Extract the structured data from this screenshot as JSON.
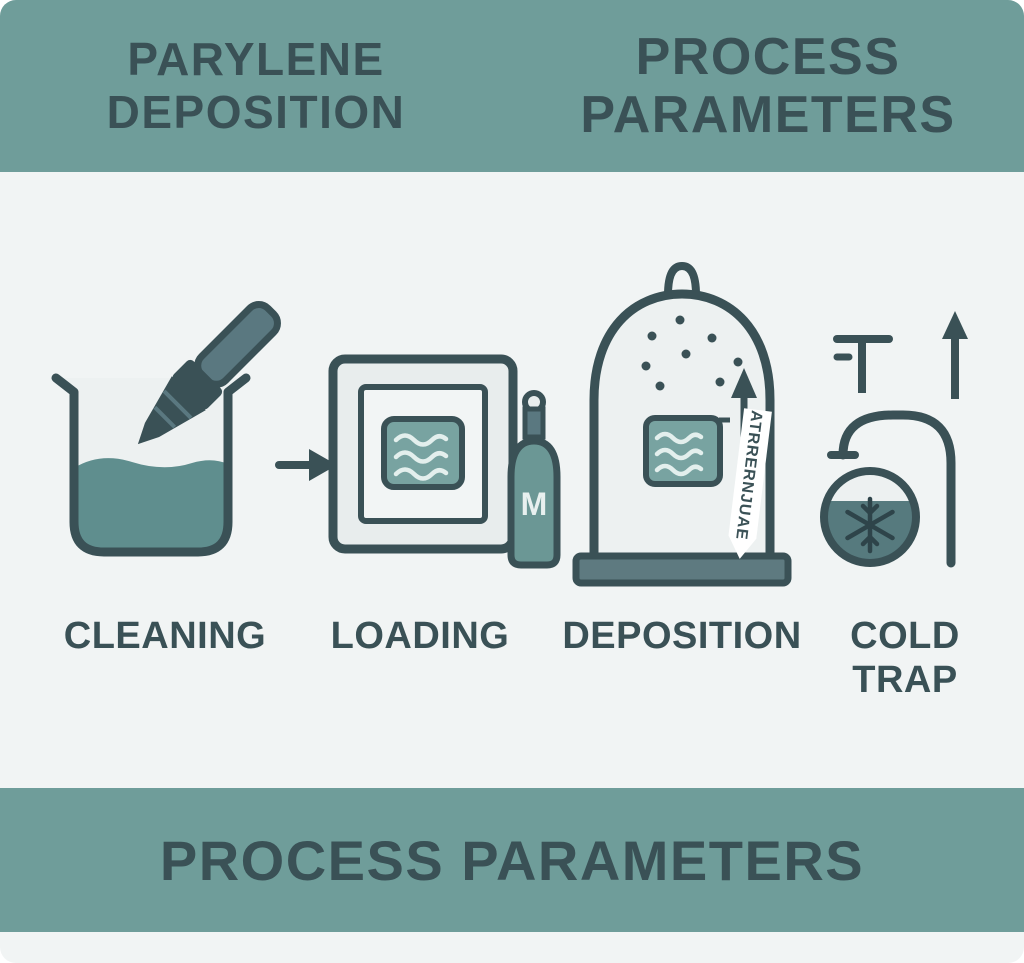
{
  "top_banner": {
    "left_title_line1": "PARYLENE",
    "left_title_line2": "DEPOSITION",
    "right_title_line1": "PROCESS",
    "right_title_line2": "PARAMETERS"
  },
  "steps": [
    {
      "label": "CLEANING",
      "icon": "beaker-with-brush-icon"
    },
    {
      "label": "LOADING",
      "icon": "vacuum-chamber-with-gas-cylinder-icon",
      "cylinder_label": "M"
    },
    {
      "label": "DEPOSITION",
      "icon": "bell-jar-deposition-chamber-icon",
      "ribbon_text": "ATRRERNJUAE"
    },
    {
      "label_line1": "COLD",
      "label_line2": "TRAP",
      "icon": "cold-trap-flask-icon"
    }
  ],
  "bottom_banner": {
    "title": "PROCESS PARAMETERS"
  },
  "colors": {
    "banner_teal": "#6f9d9a",
    "background": "#f1f4f4",
    "ink": "#3a5156",
    "liquid_teal": "#5f8e8e",
    "sample_teal": "#78a3a1",
    "cylinder_teal": "#6b9795",
    "flask_teal": "#567a7e",
    "base_slate": "#5e7a80"
  }
}
